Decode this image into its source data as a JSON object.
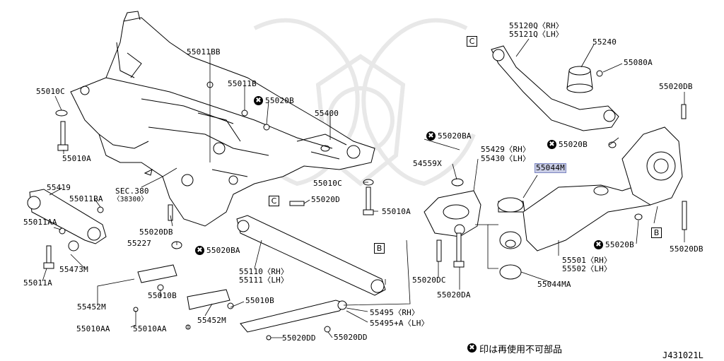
{
  "labels": {
    "p55010C_1": "55010C",
    "p55010A_1": "55010A",
    "p55011BB": "55011BB",
    "p55011B": "55011B",
    "p55020B_1": "55020B",
    "p55400": "55400",
    "p55419": "55419",
    "p55011BA": "55011BA",
    "p55011AA": "55011AA",
    "sec380": "SEC.380",
    "sec380sub": "〈38300〉",
    "p55010C_2": "55010C",
    "p55020D": "55020D",
    "p55010A_2": "55010A",
    "p55020DB_1": "55020DB",
    "p55227": "55227",
    "p55020BA_1": "55020BA",
    "p55473M": "55473M",
    "p55011A": "55011A",
    "p55110": "55110〈RH〉",
    "p55111": "55111〈LH〉",
    "p55452M_1": "55452M",
    "p55010B_1": "55010B",
    "p55010B_2": "55010B",
    "p55452M_2": "55452M",
    "p55010AA_1": "55010AA",
    "p55010AA_2": "55010AA",
    "p55020BA_2": "55020BA",
    "p54559X": "54559X",
    "p55429": "55429〈RH〉",
    "p55430": "55430〈LH〉",
    "p55044M": "55044M",
    "p55120Q": "55120Q〈RH〉",
    "p55121Q": "55121Q〈LH〉",
    "p55240": "55240",
    "p55080A": "55080A",
    "p55020DB_2": "55020DB",
    "p55020B_2": "55020B",
    "p55020B_3": "55020B",
    "p55020DB_3": "55020DB",
    "p55501": "55501〈RH〉",
    "p55502": "55502〈LH〉",
    "p55044MA": "55044MA",
    "p55020DC": "55020DC",
    "p55020DA": "55020DA",
    "p55495": "55495〈RH〉",
    "p55495A": "55495+A〈LH〉",
    "p55020DD_1": "55020DD",
    "p55020DD_2": "55020DD"
  },
  "refs": {
    "C": "C",
    "B": "B"
  },
  "xmark_symbol": "✖",
  "footer": {
    "note": "印は再使用不可部品",
    "code": "J431021L"
  },
  "colors": {
    "line": "#000000",
    "highlight": "#c9cde6",
    "watermark": "#e6e6e6"
  }
}
